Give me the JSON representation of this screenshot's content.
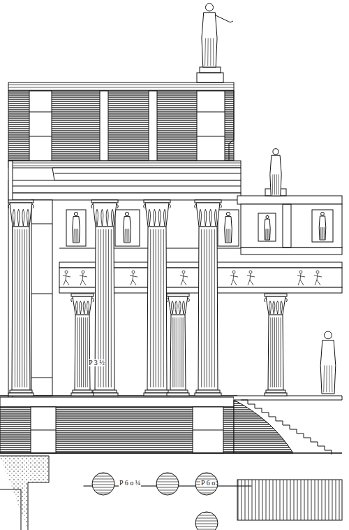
{
  "diagram": {
    "labels": [
      "P 3 ½",
      "P 6 o ¼",
      "P 6 o"
    ]
  }
}
